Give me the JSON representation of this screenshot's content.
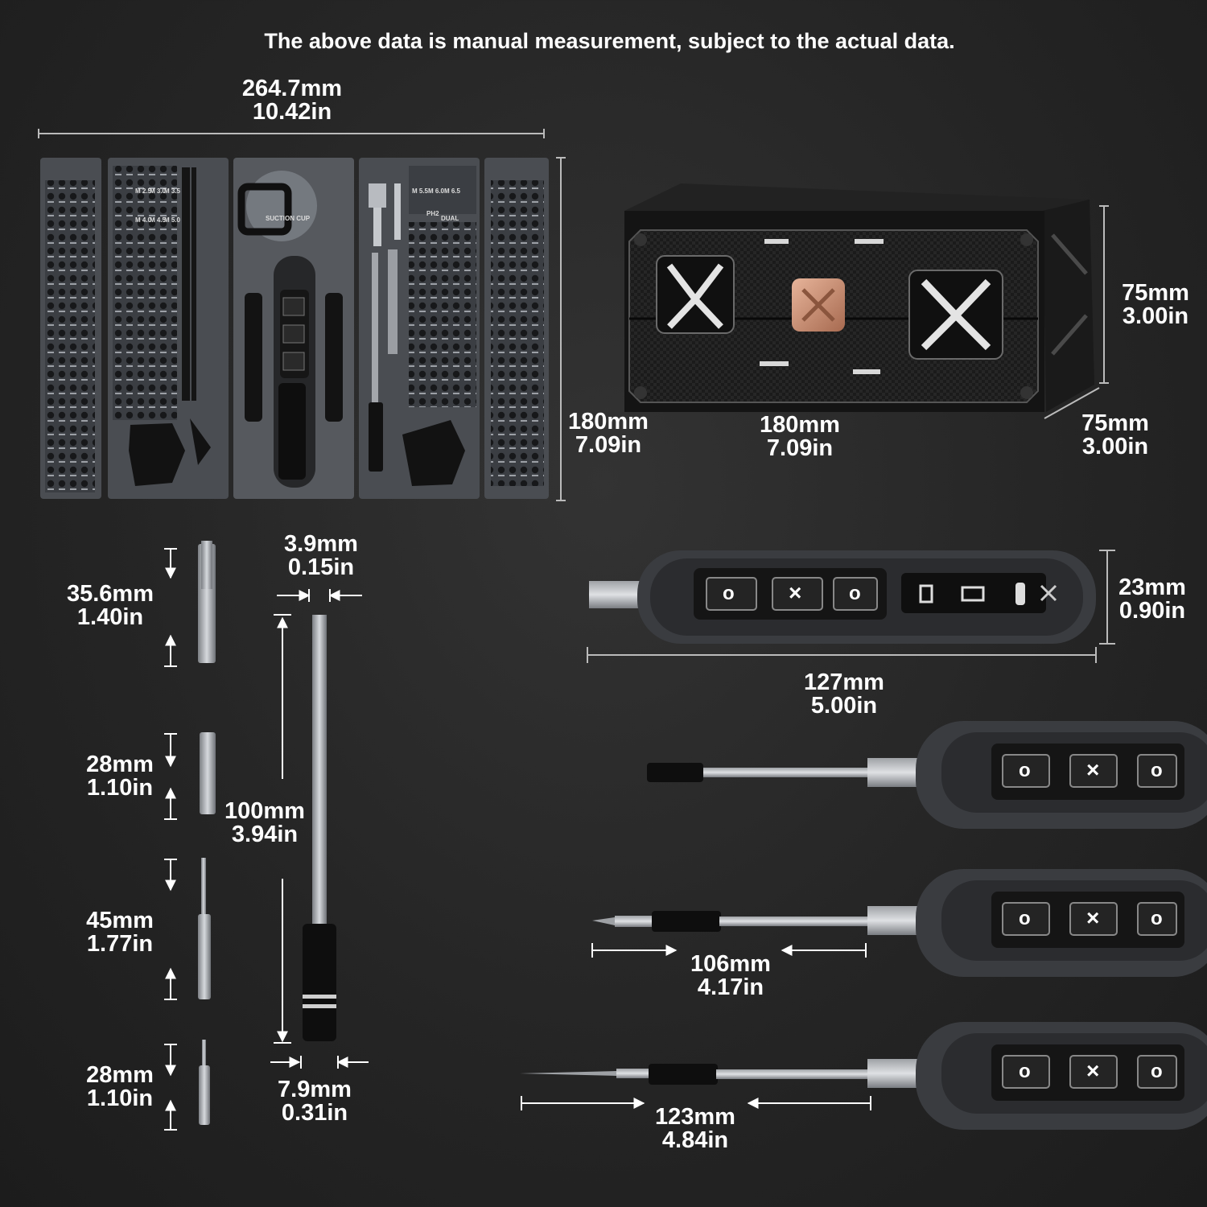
{
  "note": "The above data is manual measurement, subject to the actual data.",
  "case_open": {
    "width": {
      "mm": "264.7mm",
      "in": "10.42in"
    },
    "height": {
      "mm": "180mm",
      "in": "7.09in"
    },
    "socket_labels": [
      "M 2.5",
      "M 3.0",
      "M 3.5",
      "M 4.0",
      "M 4.5",
      "M 5.0",
      "M 5.5",
      "M 6.0",
      "M 6.5",
      "PH2",
      "DUAL"
    ],
    "suction_label": "SUCTION CUP"
  },
  "case_closed": {
    "height": {
      "mm": "75mm",
      "in": "3.00in"
    },
    "length": {
      "mm": "180mm",
      "in": "7.09in"
    },
    "depth": {
      "mm": "75mm",
      "in": "3.00in"
    }
  },
  "handle": {
    "length": {
      "mm": "127mm",
      "in": "5.00in"
    },
    "thickness": {
      "mm": "23mm",
      "in": "0.90in"
    },
    "buttons": [
      "o",
      "×",
      "o"
    ]
  },
  "bits": [
    {
      "mm": "35.6mm",
      "in": "1.40in"
    },
    {
      "mm": "28mm",
      "in": "1.10in"
    },
    {
      "mm": "45mm",
      "in": "1.77in"
    },
    {
      "mm": "28mm",
      "in": "1.10in"
    }
  ],
  "extension": {
    "length": {
      "mm": "100mm",
      "in": "3.94in"
    },
    "shaft_dia": {
      "mm": "3.9mm",
      "in": "0.15in"
    },
    "collar_dia": {
      "mm": "7.9mm",
      "in": "0.31in"
    }
  },
  "assembled": [
    {
      "mm": "106mm",
      "in": "4.17in"
    },
    {
      "mm": "123mm",
      "in": "4.84in"
    }
  ]
}
